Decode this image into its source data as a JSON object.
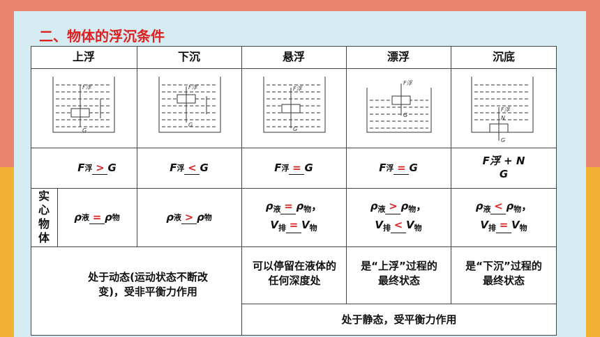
{
  "title": "二、物体的浮沉条件",
  "headers": [
    "上浮",
    "下沉",
    "悬浮",
    "漂浮",
    "沉底"
  ],
  "diagrams": [
    {
      "case": "上浮",
      "force_top": "F浮",
      "force_bottom": "G"
    },
    {
      "case": "下沉",
      "force_top": "F浮",
      "force_bottom": "G"
    },
    {
      "case": "悬浮",
      "force_top": "F浮",
      "force_bottom": "G"
    },
    {
      "case": "漂浮",
      "force_top": "F浮",
      "force_bottom": "G"
    },
    {
      "case": "沉底",
      "force_top": "F浮",
      "force_mid": "N",
      "force_bottom": "G"
    }
  ],
  "forces": {
    "f": "F",
    "fsub": "浮",
    "g": "G",
    "c1": ">",
    "c2": "<",
    "c3": "=",
    "c4": "=",
    "c5_line1": "F浮 + N",
    "c5_line2": "G"
  },
  "solid_label": "实心物体",
  "density": {
    "rho": "ρ",
    "liquid": "液",
    "object": "物",
    "v": "V",
    "pai": "排",
    "c1": "=",
    "c2": ">",
    "c3a": "=",
    "c3b": "=",
    "c4a": ">",
    "c4b": "<",
    "c5a": "<",
    "c5b": "="
  },
  "bottom": {
    "dynamic": "处于动态(运动状态不断改变)，受非平衡力作用",
    "suspend": "可以停留在液体的任何深度处",
    "float_end": "是“上浮”过程的最终状态",
    "sink_end": "是“下沉”过程的最终状态",
    "static": "处于静态，受平衡力作用"
  }
}
